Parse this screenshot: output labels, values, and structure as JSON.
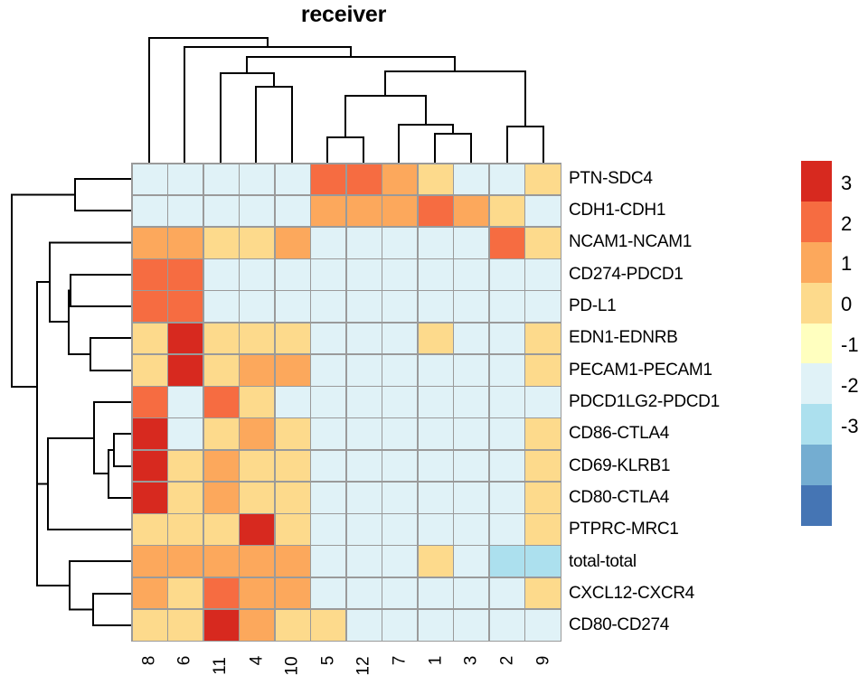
{
  "title": "receiver",
  "chart_data": {
    "type": "heatmap",
    "title": "receiver",
    "xlabel": "",
    "ylabel": "",
    "legend_position": "right",
    "grid": true,
    "colorbar": {
      "ticks": [
        "3",
        "2",
        "1",
        "0",
        "-1",
        "-2",
        "-3"
      ],
      "tick_values": [
        3,
        2,
        1,
        0,
        -1,
        -2,
        -3
      ],
      "palette": [
        "#d7291f",
        "#f66c41",
        "#fca85c",
        "#fdda8c",
        "#ffffbf",
        "#e0f2f7",
        "#ace0ee",
        "#74add1",
        "#4575b4"
      ],
      "band_breaks": [
        3.5,
        2.5,
        1.75,
        1.0,
        0.25,
        -0.5,
        -1.25,
        -2.0,
        -2.75,
        -3.5
      ]
    },
    "categories": [
      "8",
      "6",
      "11",
      "4",
      "10",
      "5",
      "12",
      "7",
      "1",
      "3",
      "2",
      "9"
    ],
    "rows": [
      "PTN-SDC4",
      "CDH1-CDH1",
      "NCAM1-NCAM1",
      "CD274-PDCD1",
      "PD-L1",
      "EDN1-EDNRB",
      "PECAM1-PECAM1",
      "PDCD1LG2-PDCD1",
      "CD86-CTLA4",
      "CD69-KLRB1",
      "CD80-CTLA4",
      "PTPRC-MRC1",
      "total-total",
      "CXCL12-CXCR4",
      "CD80-CD274"
    ],
    "values": [
      [
        -0.7,
        -0.7,
        -0.7,
        -0.7,
        -0.7,
        2.2,
        2.2,
        1.2,
        0.3,
        -0.7,
        -0.7,
        0.3
      ],
      [
        -0.7,
        -0.7,
        -0.7,
        -0.7,
        -0.7,
        1.2,
        1.7,
        1.2,
        2.2,
        1.7,
        0.3,
        -0.7
      ],
      [
        1.2,
        1.2,
        0.3,
        0.3,
        1.2,
        -0.7,
        -0.7,
        -0.7,
        -0.7,
        -0.7,
        2.2,
        0.3
      ],
      [
        2.2,
        2.2,
        -0.7,
        -0.7,
        -0.7,
        -0.7,
        -0.7,
        -0.7,
        -0.7,
        -0.7,
        -0.7,
        -0.7
      ],
      [
        2.2,
        2.2,
        -0.7,
        -0.7,
        -0.7,
        -0.7,
        -0.7,
        -0.7,
        -0.7,
        -0.7,
        -0.7,
        -0.7
      ],
      [
        0.3,
        3.0,
        0.3,
        0.3,
        0.3,
        -0.7,
        -0.7,
        -0.7,
        0.3,
        -0.7,
        -0.7,
        0.3
      ],
      [
        0.3,
        3.0,
        0.3,
        1.2,
        1.7,
        -0.7,
        -0.7,
        -0.7,
        -0.7,
        -0.7,
        -0.7,
        0.3
      ],
      [
        2.2,
        -0.7,
        2.2,
        0.3,
        -0.7,
        -0.7,
        -0.7,
        -0.7,
        -0.7,
        -0.7,
        -0.7,
        -0.7
      ],
      [
        3.0,
        -0.7,
        0.3,
        1.2,
        0.3,
        -0.7,
        -0.7,
        -0.7,
        -0.7,
        -0.7,
        -0.7,
        0.3
      ],
      [
        3.0,
        0.3,
        1.2,
        0.3,
        0.3,
        -0.7,
        -0.7,
        -0.7,
        -0.7,
        -0.7,
        -0.7,
        0.3
      ],
      [
        3.0,
        0.3,
        1.2,
        0.3,
        0.3,
        -0.7,
        -0.7,
        -0.7,
        -0.7,
        -0.7,
        -0.7,
        0.3
      ],
      [
        0.3,
        0.3,
        0.3,
        3.0,
        0.3,
        -0.7,
        -0.7,
        -0.7,
        -0.7,
        -0.7,
        -0.7,
        0.3
      ],
      [
        1.2,
        1.2,
        1.2,
        1.2,
        1.7,
        -0.7,
        -0.7,
        -0.7,
        0.3,
        -0.7,
        -1.6,
        -1.6
      ],
      [
        1.7,
        0.3,
        2.2,
        1.2,
        1.7,
        -0.7,
        -0.7,
        -0.7,
        -0.7,
        -0.7,
        -0.7,
        0.3
      ],
      [
        0.3,
        0.3,
        3.0,
        1.2,
        0.3,
        0.3,
        -0.7,
        -0.7,
        -0.7,
        -0.7,
        -0.7,
        -0.7
      ]
    ]
  },
  "column_dendrogram": {
    "name": "receiver-column-dendrogram",
    "leaf_order": [
      "8",
      "6",
      "11",
      "4",
      "10",
      "5",
      "12",
      "7",
      "1",
      "3",
      "2",
      "9"
    ]
  },
  "row_dendrogram": {
    "name": "receiver-row-dendrogram"
  }
}
